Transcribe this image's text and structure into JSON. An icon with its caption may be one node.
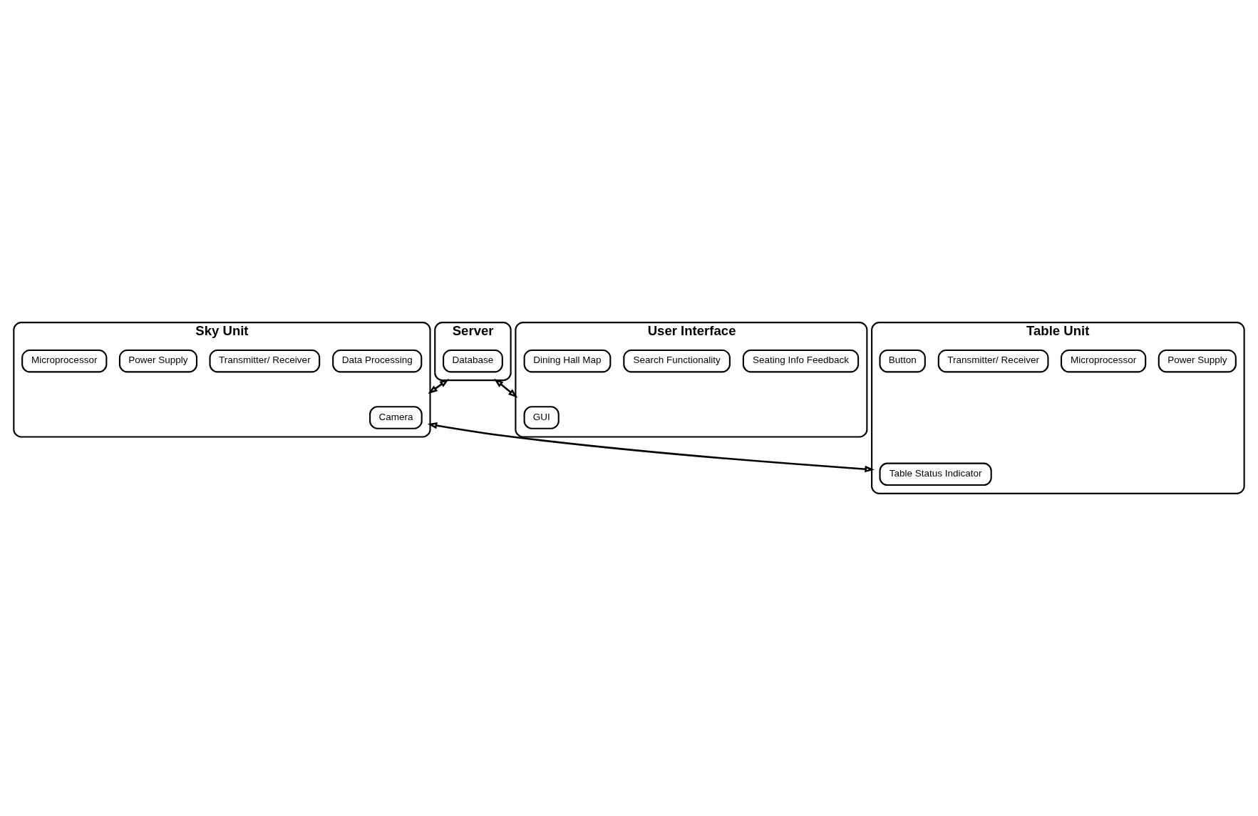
{
  "diagram": {
    "nodes": [
      {
        "text": [
          "Server"
        ]
      },
      {
        "text": [
          "Database"
        ],
        "in": 0
      },
      {
        "text": [
          "Sky Unit"
        ]
      },
      {
        "text": [
          "Camera"
        ],
        "in": 2
      },
      {
        "text": [
          "Data Processing"
        ],
        "in": 2
      },
      {
        "text": [
          "Transmitter/ Receiver"
        ],
        "in": 2
      },
      {
        "text": [
          "Power Supply"
        ],
        "in": 2
      },
      {
        "text": [
          "Microprocessor"
        ],
        "in": 2
      },
      {
        "text": [
          "User Interface"
        ]
      },
      {
        "text": [
          "GUI"
        ],
        "in": 8
      },
      {
        "text": [
          "Seating Info Feedback"
        ],
        "in": 8
      },
      {
        "text": [
          "Search Functionality"
        ],
        "in": 8
      },
      {
        "text": [
          "Dining Hall Map"
        ],
        "in": 8
      },
      {
        "text": [
          "Table Unit"
        ]
      },
      {
        "text": [
          "Table Status Indicator"
        ],
        "in": 13
      },
      {
        "text": [
          "Power Supply"
        ],
        "in": 13
      },
      {
        "text": [
          "Microprocessor"
        ],
        "in": 13
      },
      {
        "text": [
          "Transmitter/ Receiver"
        ],
        "in": 13
      },
      {
        "text": [
          "Button"
        ],
        "in": 13
      }
    ],
    "edges": [
      {
        "from": 0,
        "to": 2,
        "arrow": "both"
      },
      {
        "from": 0,
        "to": 8,
        "arrow": "both"
      },
      {
        "from": 2,
        "to": 13,
        "arrow": "both"
      }
    ]
  }
}
